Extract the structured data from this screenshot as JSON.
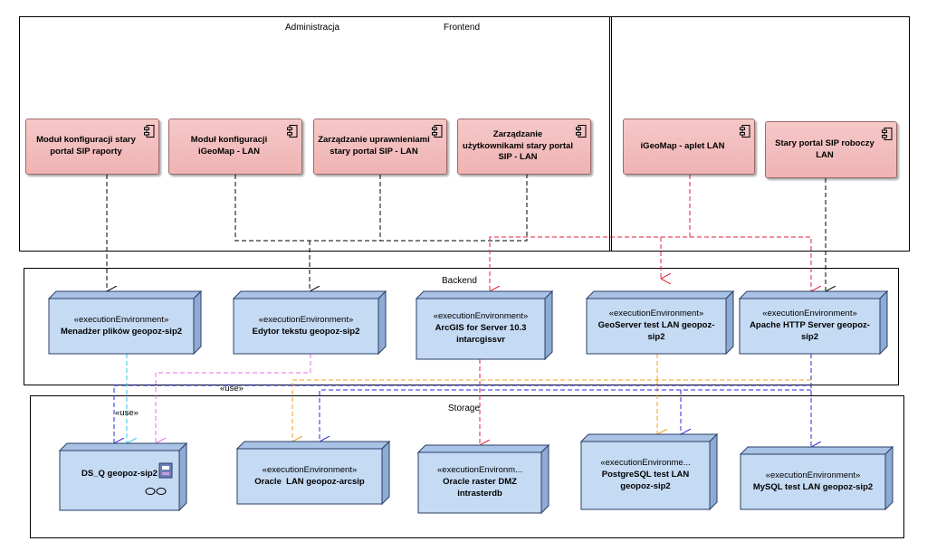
{
  "packages": {
    "administracja": "Administracja",
    "frontend": "Frontend",
    "backend": "Backend",
    "storage": "Storage"
  },
  "components": {
    "modul_raporty": "Moduł konfiguracji stary portal SIP raporty",
    "modul_igeomap": "Moduł konfiguracji iGeoMap - LAN",
    "zarz_uprawnienia": "Zarządzanie uprawnieniami stary portal SIP - LAN",
    "zarz_uzytkownicy": "Zarządzanie użytkownikami stary portal SIP - LAN",
    "igeomap_aplet": "iGeoMap - aplet LAN",
    "stary_portal": "Stary portal SIP roboczy LAN"
  },
  "nodes": {
    "menadzer": {
      "stereotype": "«executionEnvironment»",
      "name": "Menadżer plików geopoz-sip2"
    },
    "edytor": {
      "stereotype": "«executionEnvironment»",
      "name": "Edytor tekstu geopoz-sip2"
    },
    "arcgis": {
      "stereotype": "«executionEnvironment»",
      "name": "ArcGIS for Server 10.3 intarcgissvr"
    },
    "geoserver": {
      "stereotype": "«executionEnvironment»",
      "name": "GeoServer test LAN geopoz-sip2"
    },
    "apache": {
      "stereotype": "«executionEnvironment»",
      "name": "Apache HTTP Server geopoz-sip2"
    },
    "ds_q": {
      "stereotype": "",
      "name": "DS_Q geopoz-sip2"
    },
    "oracle_lan": {
      "stereotype": "«executionEnvironment»",
      "name": "Oracle  LAN geopoz-arcsip"
    },
    "oracle_raster": {
      "stereotype": "«executionEnvironm...",
      "name": "Oracle  raster DMZ intrasterdb"
    },
    "postgres": {
      "stereotype": "«executionEnvironme...",
      "name": "PostgreSQL test LAN geopoz-sip2"
    },
    "mysql": {
      "stereotype": "«executionEnvironment»",
      "name": "MySQL test LAN geopoz-sip2"
    }
  },
  "labels": {
    "use_top": "«use»",
    "use_left": "«use»"
  },
  "colors": {
    "component_fill": "#efb3b3",
    "node_fill": "#c5daf3",
    "black_link": "#000000",
    "red_link": "#e0203a",
    "blue_link": "#2a2ad8",
    "cyan_link": "#30c8e0",
    "pink_link": "#e070e0",
    "orange_link": "#f0a020"
  }
}
